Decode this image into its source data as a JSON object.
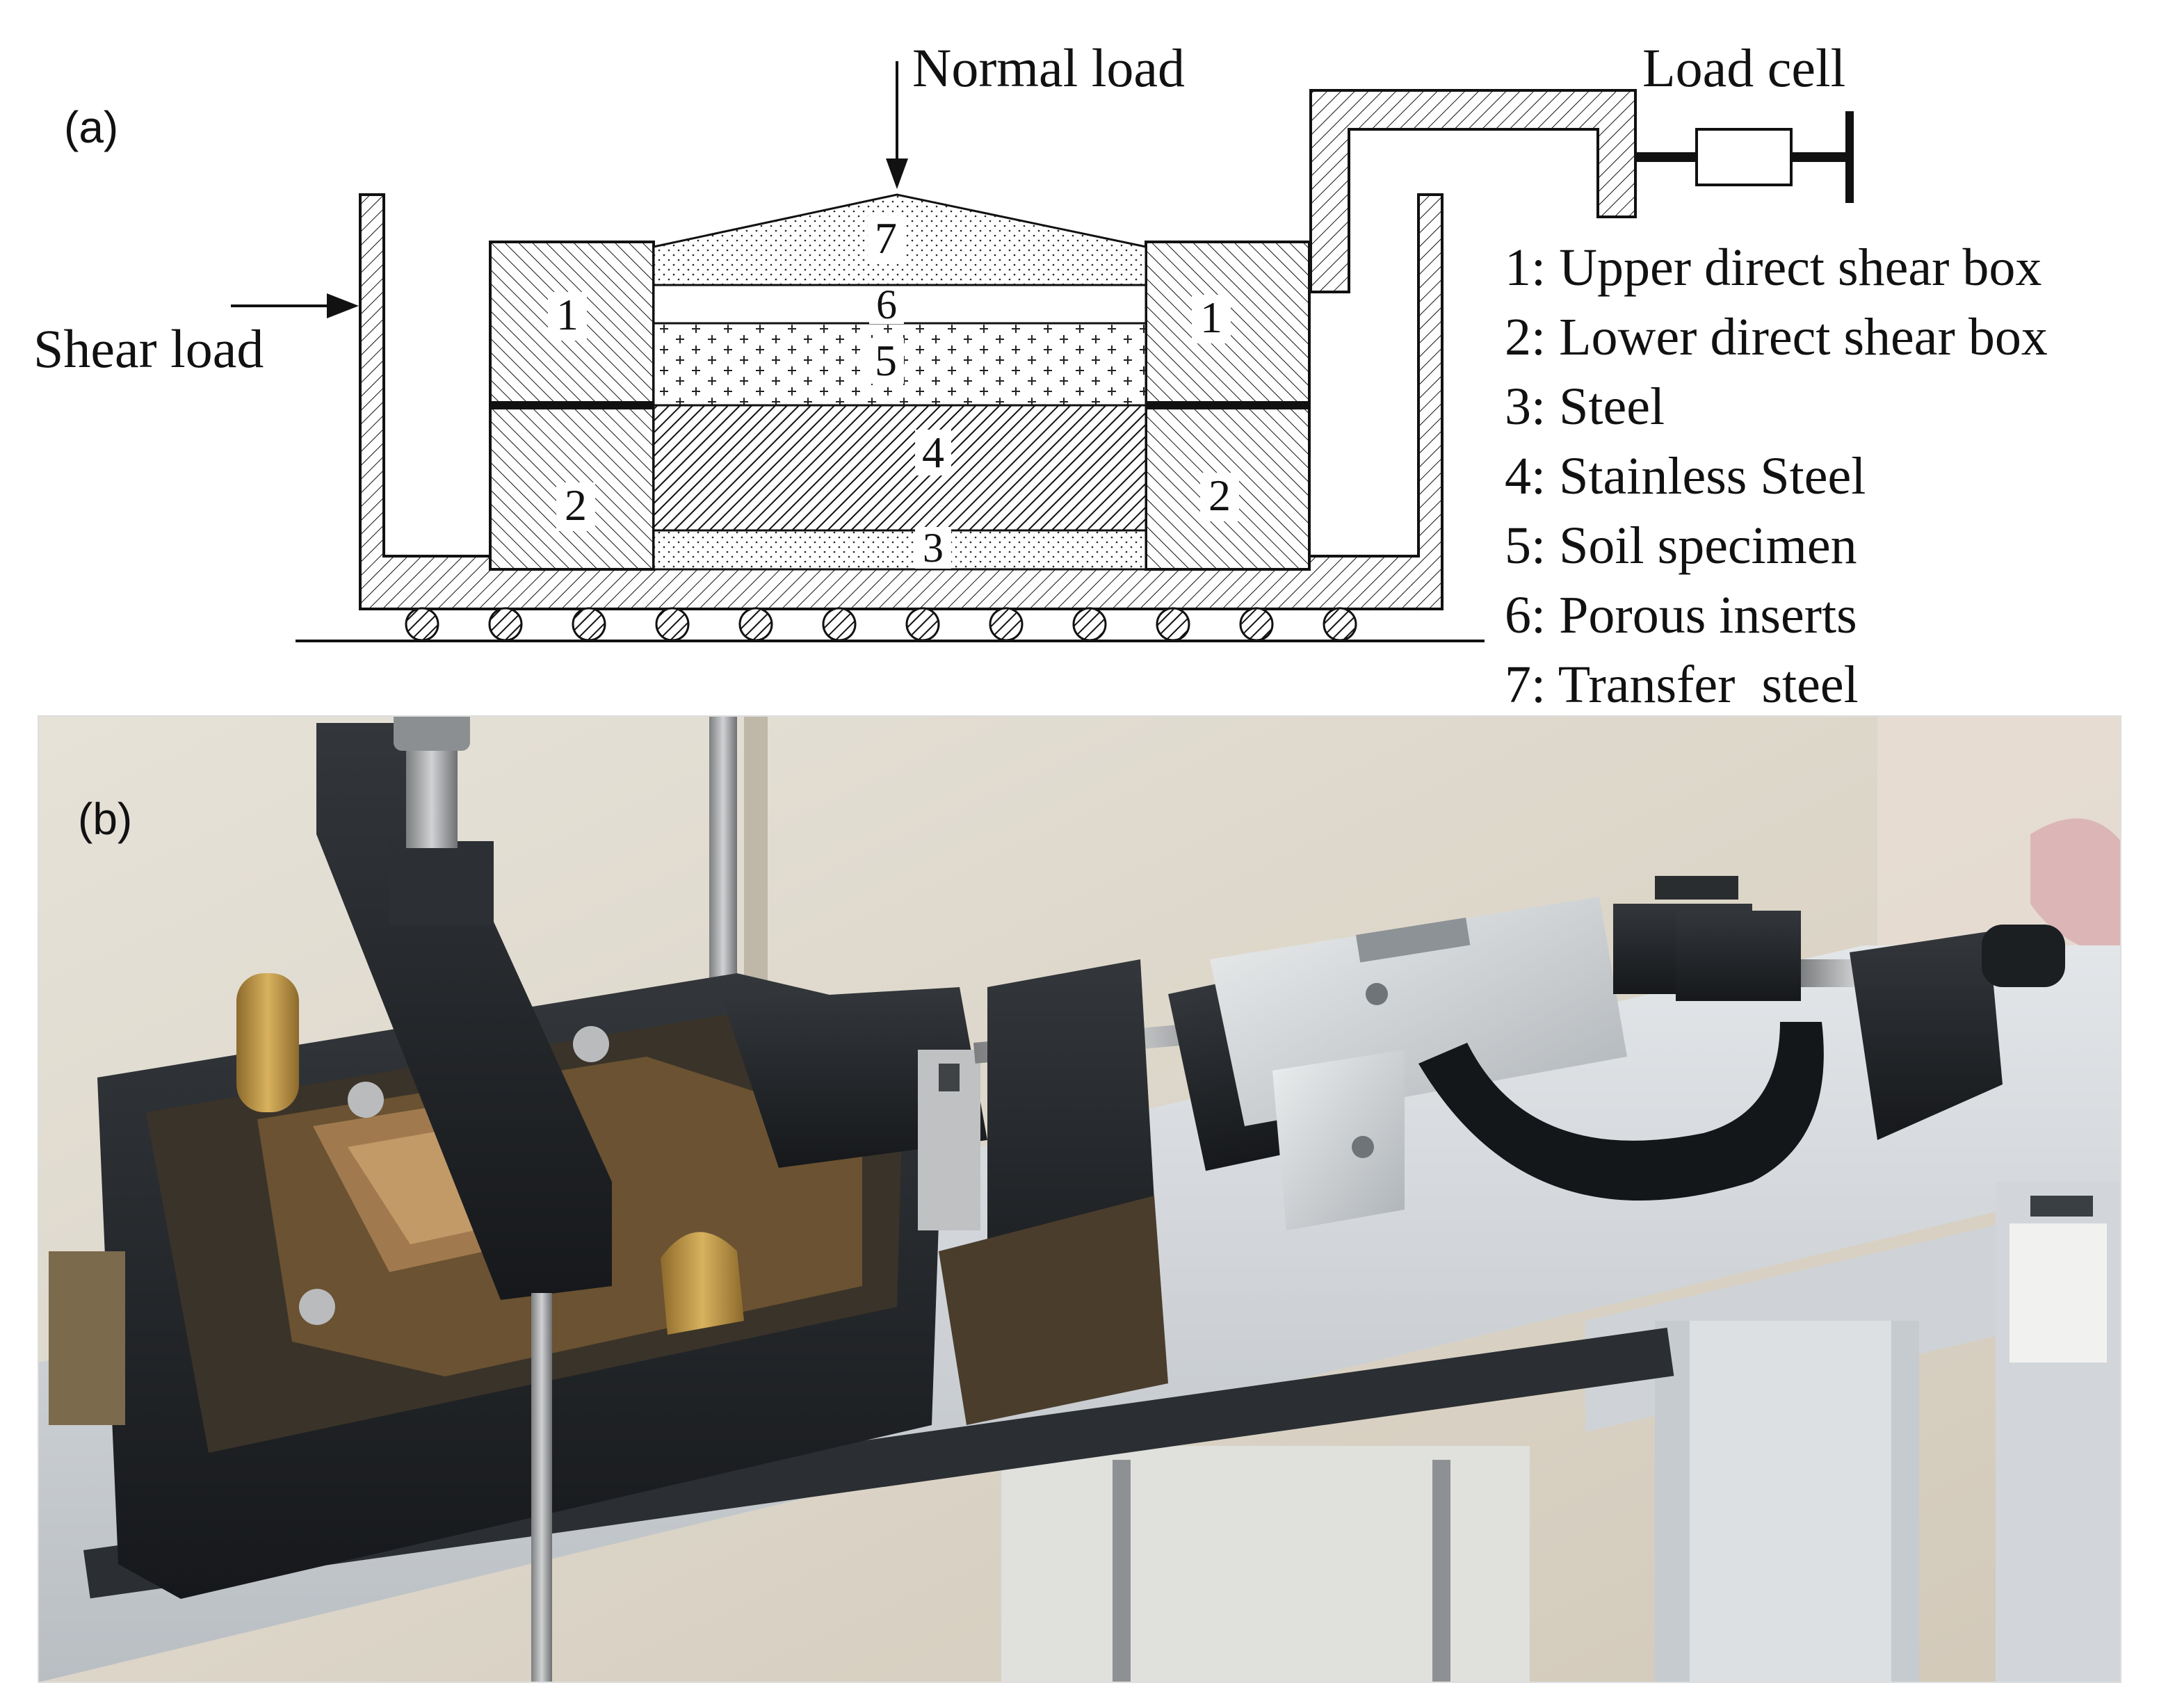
{
  "panels": {
    "a": {
      "label": "(a)"
    },
    "b": {
      "label": "(b)"
    }
  },
  "annotations": {
    "normal_load": "Normal load",
    "shear_load": "Shear load",
    "load_cell": "Load cell"
  },
  "part_numbers": {
    "upper_left": "1",
    "upper_right": "1",
    "lower_left": "2",
    "lower_right": "2",
    "steel": "3",
    "stainless_steel": "4",
    "soil_specimen": "5",
    "porous_inserts": "6",
    "transfer_steel": "7"
  },
  "legend": [
    "1: Upper direct shear box",
    "2: Lower direct shear box",
    "3: Steel",
    "4: Stainless Steel",
    "5: Soil specimen",
    "6: Porous inserts",
    "7: Transfer  steel"
  ],
  "colors": {
    "ink": "#111111",
    "background": "#ffffff",
    "photo_wall": "#d9d3c6",
    "photo_machine_black": "#1f2226",
    "photo_frame_grey": "#c4c8cc",
    "photo_brass": "#b08a45",
    "photo_aluminium": "#cfd2d4"
  }
}
